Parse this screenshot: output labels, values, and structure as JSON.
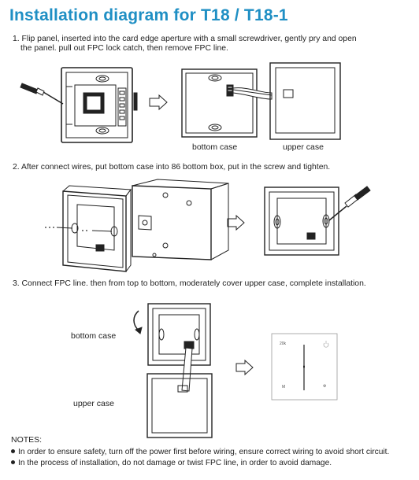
{
  "title": "Installation diagram for T18 / T18-1",
  "steps": [
    {
      "line1": "1. Flip panel, inserted into the card edge aperture with a small screwdriver, gently pry and open",
      "line2": "the panel. pull out FPC lock catch, then remove FPC line."
    },
    {
      "line1": "2. After connect wires, put bottom case into 86 bottom box, put in the screw and tighten."
    },
    {
      "line1": "3. Connect FPC line. then from top to bottom, moderately cover upper case, complete installation."
    }
  ],
  "labels": {
    "step1_bottom_case": "bottom case",
    "step1_upper_case": "upper case",
    "step3_bottom_case": "bottom case",
    "step3_upper_case": "upper case"
  },
  "panel_display": {
    "top_left": "20k",
    "bottom_left": "M",
    "bottom_right": "⚙"
  },
  "notes": {
    "heading": "NOTES:",
    "items": [
      "In order to ensure safety, turn off the power first before wiring, ensure correct wiring to avoid short circuit.",
      "In the process of installation, do not damage or twist FPC line, in order to avoid damage."
    ]
  },
  "colors": {
    "title": "#1f8fc4",
    "line": "#222222"
  },
  "icons": [
    "screwdriver-icon",
    "arrow-right-icon",
    "rotate-arrow-icon",
    "power-icon"
  ]
}
